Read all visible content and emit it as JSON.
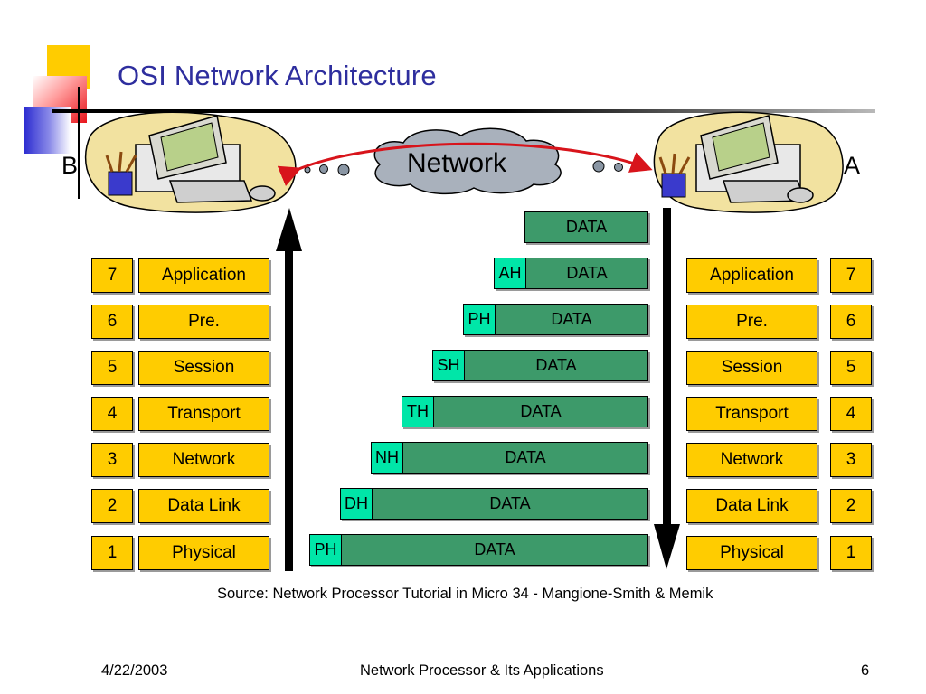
{
  "slide": {
    "title": "OSI Network Architecture",
    "left_host_label": "B",
    "right_host_label": "A",
    "network_label": "Network",
    "source": "Source: Network Processor Tutorial in Micro 34 - Mangione-Smith & Memik"
  },
  "layers": [
    {
      "number": "7",
      "name": "Application"
    },
    {
      "number": "6",
      "name": "Pre."
    },
    {
      "number": "5",
      "name": "Session"
    },
    {
      "number": "4",
      "name": "Transport"
    },
    {
      "number": "3",
      "name": "Network"
    },
    {
      "number": "2",
      "name": "Data Link"
    },
    {
      "number": "1",
      "name": "Physical"
    }
  ],
  "encapsulation": {
    "data_label": "DATA",
    "headers": [
      "",
      "AH",
      "PH",
      "SH",
      "TH",
      "NH",
      "DH",
      "PH"
    ]
  },
  "footer": {
    "date": "4/22/2003",
    "center": "Network Processor & Its Applications",
    "page": "6"
  },
  "colors": {
    "title": "#2e2e9e",
    "layer_box": "#ffcc00",
    "header_box": "#00e6a8",
    "data_box": "#3d9a6a",
    "network_arc": "#d8141b"
  }
}
